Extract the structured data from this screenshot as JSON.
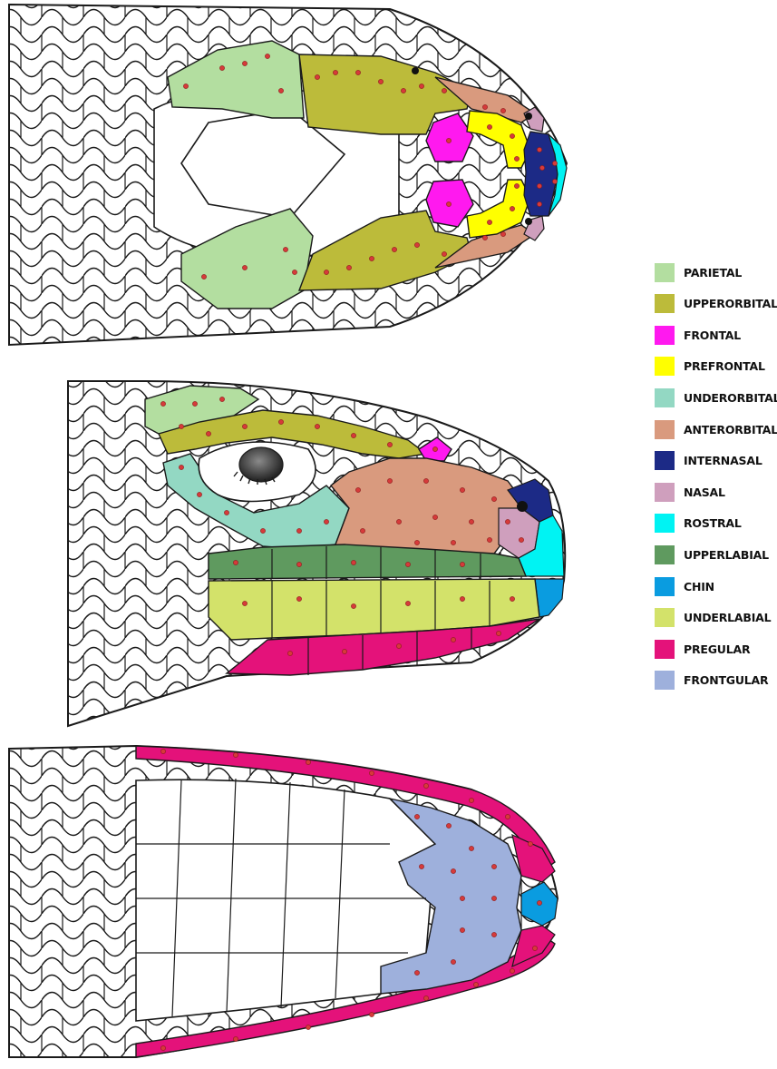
{
  "legend": {
    "items": [
      {
        "key": "parietal",
        "label": "PARIETAL",
        "color": "#b3dea0"
      },
      {
        "key": "upperorbital",
        "label": "UPPERORBITAL",
        "color": "#bcbb3a"
      },
      {
        "key": "frontal",
        "label": "FRONTAL",
        "color": "#ff19ef"
      },
      {
        "key": "prefrontal",
        "label": "PREFRONTAL",
        "color": "#ffff00"
      },
      {
        "key": "underorbital",
        "label": "UNDERORBITAL",
        "color": "#93d8c3"
      },
      {
        "key": "anteorbital",
        "label": "ANTERORBITAL",
        "color": "#d99a7e"
      },
      {
        "key": "internasal",
        "label": "INTERNASAL",
        "color": "#1c2a86"
      },
      {
        "key": "nasal",
        "label": "NASAL",
        "color": "#cf9fbd"
      },
      {
        "key": "rostral",
        "label": "ROSTRAL",
        "color": "#00f3f3"
      },
      {
        "key": "upperlabial",
        "label": "UPPERLABIAL",
        "color": "#5f9a5f"
      },
      {
        "key": "chin",
        "label": "CHIN",
        "color": "#0a9ce0"
      },
      {
        "key": "underlabial",
        "label": "UNDERLABIAL",
        "color": "#d3e26a"
      },
      {
        "key": "pregular",
        "label": "PREGULAR",
        "color": "#e4127a"
      },
      {
        "key": "frontgular",
        "label": "FRONTGULAR",
        "color": "#9eb0dc"
      }
    ]
  },
  "figure": {
    "panels": [
      {
        "key": "dorsal",
        "view": "dorsal"
      },
      {
        "key": "lateral",
        "view": "lateral"
      },
      {
        "key": "ventral",
        "view": "ventral"
      }
    ],
    "landmark_point_color": "#d63a3a",
    "outline_color": "#1a1a1a"
  }
}
